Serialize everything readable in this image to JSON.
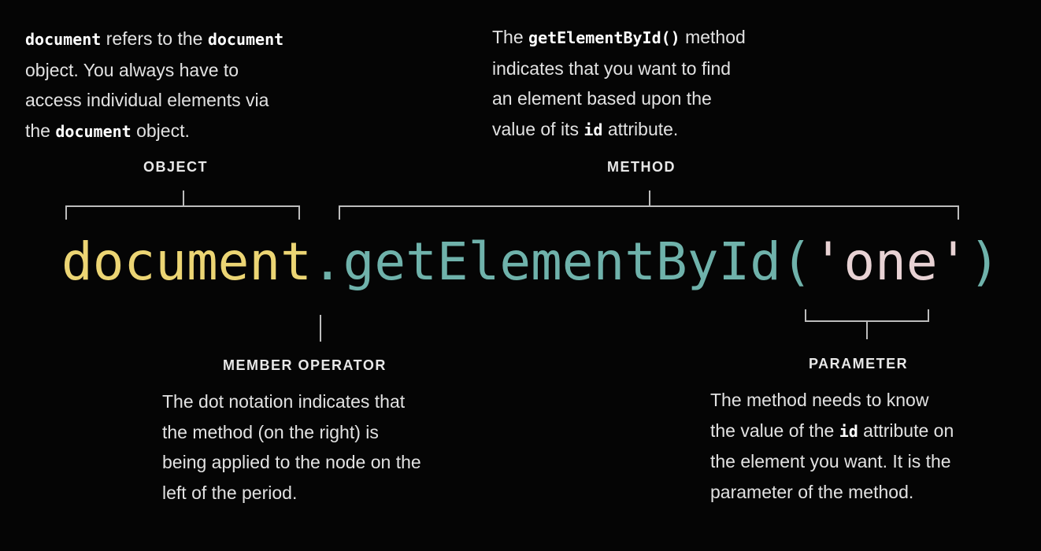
{
  "object": {
    "label": "OBJECT",
    "desc": [
      {
        "t": "document",
        "code": true
      },
      {
        "t": " refers to the ",
        "code": false
      },
      {
        "t": "document",
        "code": true
      },
      {
        "t": "\nobject. You always have to\naccess individual elements via\nthe ",
        "code": false
      },
      {
        "t": "document",
        "code": true
      },
      {
        "t": " object.",
        "code": false
      }
    ]
  },
  "method": {
    "label": "METHOD",
    "desc": [
      {
        "t": "The ",
        "code": false
      },
      {
        "t": "getElementById()",
        "code": true
      },
      {
        "t": " method\nindicates that you want to find\nan element based upon the\nvalue of its ",
        "code": false
      },
      {
        "t": "id",
        "code": true
      },
      {
        "t": " attribute.",
        "code": false
      }
    ]
  },
  "code_line": {
    "object": "document",
    "dot": ".",
    "method": "getElementById",
    "open_paren": "(",
    "parameter": "'one'",
    "close_paren": ")",
    "colors": {
      "object": "#ecd574",
      "dot": "#6fb2ab",
      "method": "#6fb2ab",
      "parameter": "#e8d2d4"
    }
  },
  "member_operator": {
    "label": "MEMBER OPERATOR",
    "desc": [
      {
        "t": "The dot notation indicates that\nthe method (on the right) is\nbeing applied to the node on the\nleft of the period.",
        "code": false
      }
    ]
  },
  "parameter": {
    "label": "PARAMETER",
    "desc": [
      {
        "t": "The method needs to know\nthe value of the ",
        "code": false
      },
      {
        "t": "id",
        "code": true
      },
      {
        "t": " attribute on\nthe element you want. It is the\nparameter of the method.",
        "code": false
      }
    ]
  }
}
